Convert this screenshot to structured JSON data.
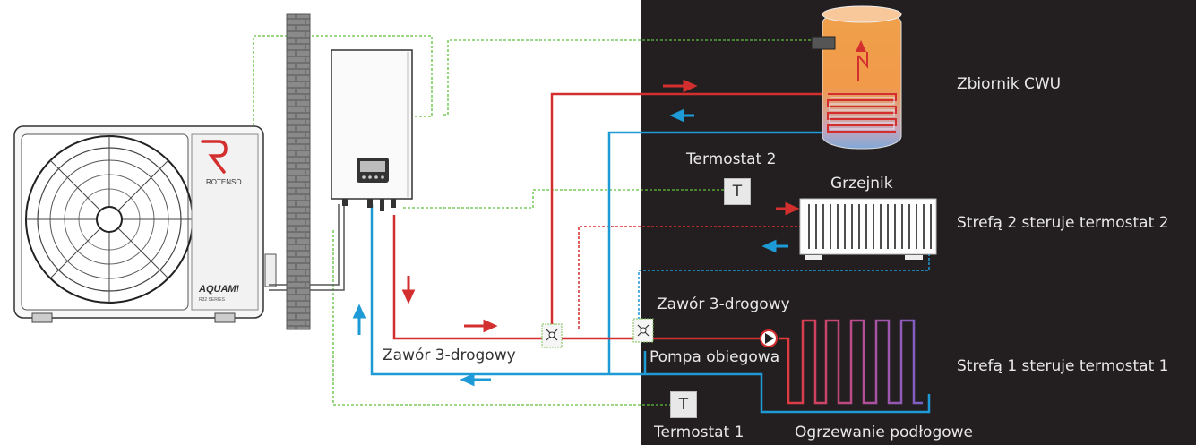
{
  "labels": {
    "tank": "Zbiornik CWU",
    "thermostat2": "Termostat 2",
    "radiator": "Grzejnik",
    "zone2": "Strefą 2 steruje termostat 2",
    "valve_right": "Zawór 3-drogowy",
    "valve_left": "Zawór 3-drogowy",
    "pump": "Pompa obiegowa",
    "zone1": "Strefą 1 steruje termostat 1",
    "thermostat1": "Termostat 1",
    "floor_heating": "Ogrzewanie podłogowe"
  },
  "thermostat_symbol": "T",
  "brands": {
    "outdoor_logo": "ROTENSO",
    "outdoor_series": "AQUAMI",
    "outdoor_series_sub": "R32 SERIES"
  },
  "colors": {
    "hot": "#d32f2f",
    "cold": "#1e9ad6",
    "control": "#5fbf3a",
    "dark_bg": "#231f20",
    "wall": "#7a7a7a"
  }
}
